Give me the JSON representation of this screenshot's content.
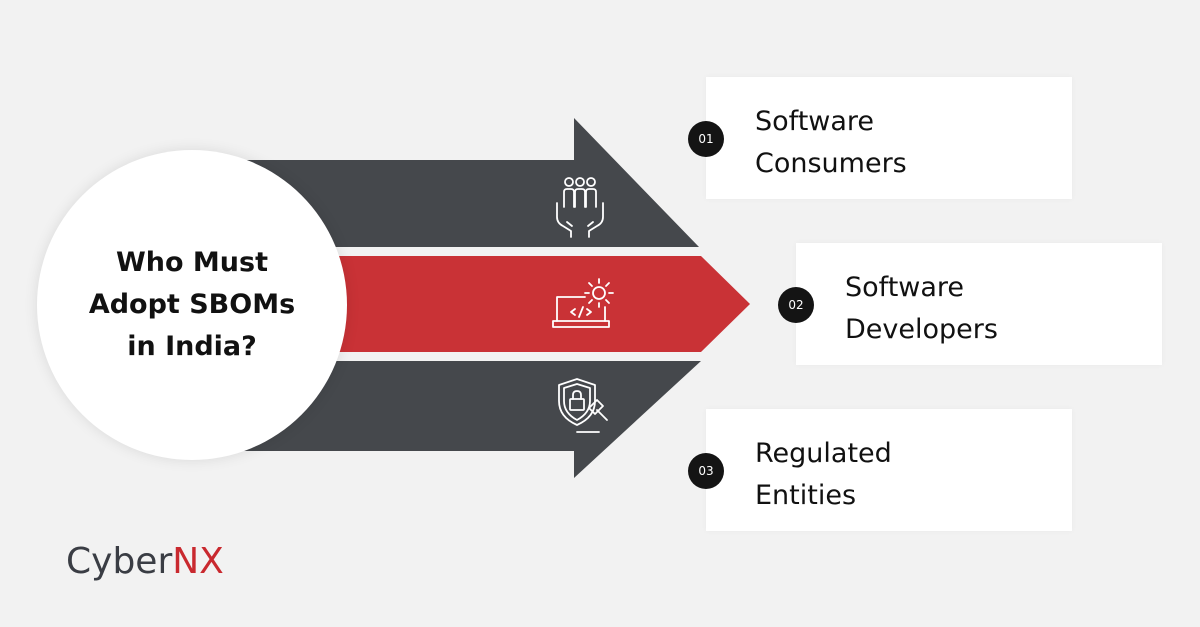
{
  "title": "Who Must\nAdopt SBOMs\nin India?",
  "colors": {
    "background": "#f2f2f2",
    "dark_arrow": "#45484c",
    "red_arrow": "#c93236",
    "badge": "#141414",
    "logo_dark": "#3a3d44",
    "logo_red": "#c9292f"
  },
  "items": [
    {
      "number": "01",
      "label": "Software\nConsumers",
      "icon": "people-in-hands-icon"
    },
    {
      "number": "02",
      "label": "Software\nDevelopers",
      "icon": "laptop-code-gear-icon"
    },
    {
      "number": "03",
      "label": "Regulated\nEntities",
      "icon": "shield-lock-gavel-icon"
    }
  ],
  "logo": {
    "part1": "Cyber",
    "part2": "NX"
  }
}
